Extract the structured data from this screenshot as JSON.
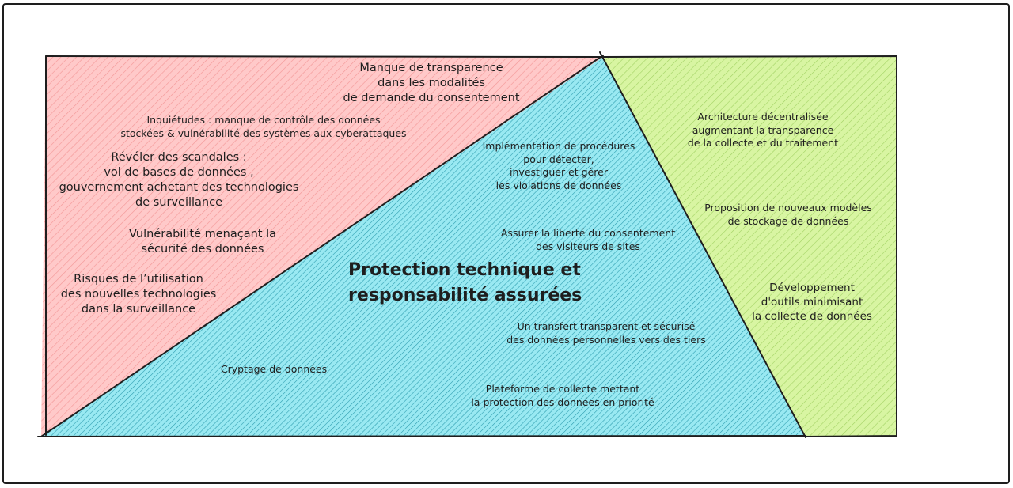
{
  "colors": {
    "stroke": "#1e1e1e",
    "red_zone": "#ffc9c9",
    "red_hatch": "#f08c8c",
    "blue_zone": "#99e9f2",
    "blue_hatch": "#0c8599",
    "green_zone": "#d8f5a2",
    "green_hatch": "#8cc34a"
  },
  "diagram": {
    "central_title": "Protection technique et\nresponsabilité assurées",
    "red_zone": [
      "Manque de transparence\ndans les modalités\nde demande du consentement",
      "Inquiétudes : manque de contrôle des données\nstockées & vulnérabilité des systèmes aux cyberattaques",
      "Révéler des scandales :\nvol de bases de données ,\ngouvernement achetant des technologies\nde surveillance",
      "Vulnérabilité menaçant la\nsécurité des données",
      "Risques de l’utilisation\ndes nouvelles technologies\ndans la surveillance"
    ],
    "blue_zone": [
      "Implémentation de procédures\npour détecter,\ninvestiguer et gérer\nles violations de données",
      "Assurer la liberté du consentement\ndes visiteurs de sites",
      "Un transfert transparent et sécurisé\ndes données personnelles vers des tiers",
      "Cryptage de données",
      "Plateforme de collecte mettant\nla protection des données en priorité"
    ],
    "green_zone": [
      "Architecture décentralisée\naugmentant la transparence\nde la collecte et du traitement",
      "Proposition de nouveaux modèles\nde stockage de données",
      "Développement\nd'outils minimisant\nla collecte de données"
    ]
  }
}
